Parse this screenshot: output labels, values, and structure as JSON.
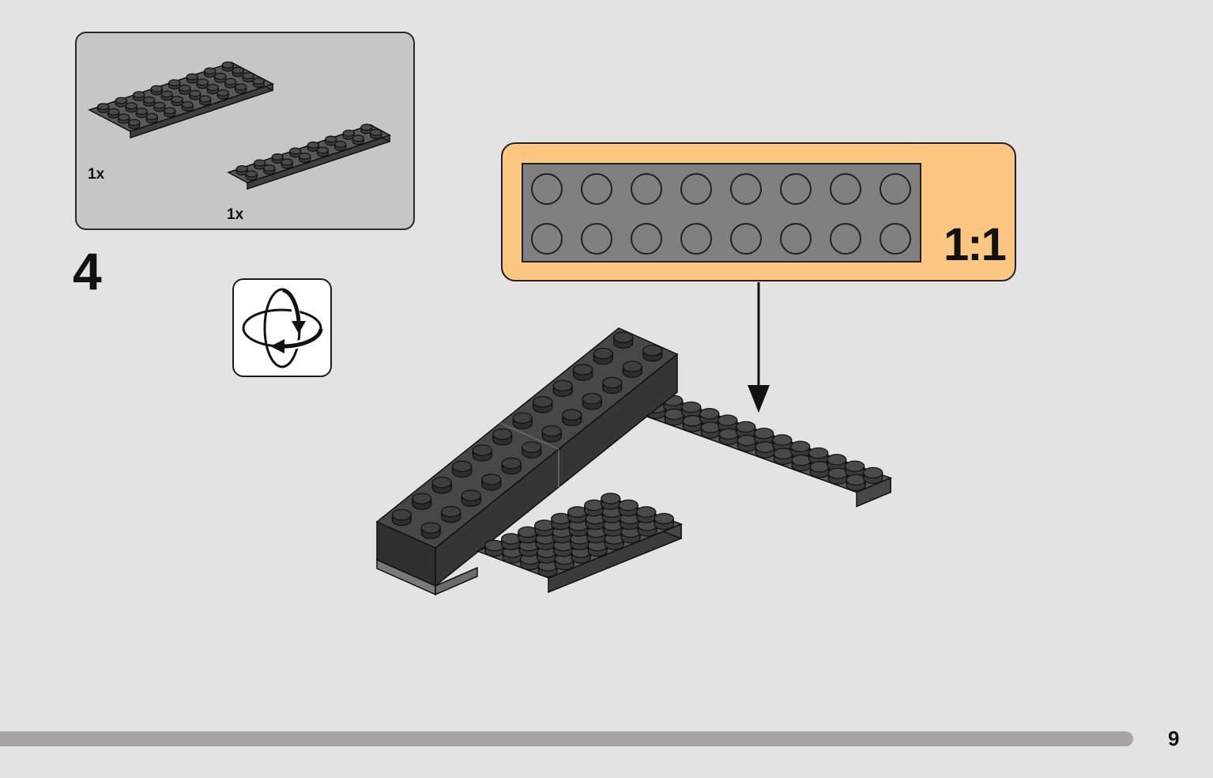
{
  "step": {
    "number": "4",
    "rotate_icon": "rotate-model-icon"
  },
  "parts_callout": {
    "parts": [
      {
        "name": "plate-4x8-dark-grey",
        "quantity": "1x"
      },
      {
        "name": "plate-2x8-dark-grey",
        "quantity": "1x"
      }
    ]
  },
  "scale_callout": {
    "label": "1:1",
    "part": "plate-2x8-dark-grey"
  },
  "footer": {
    "page_number": "9"
  },
  "colors": {
    "page_background": "#e3e3e3",
    "parts_box_background": "#c6c6c6",
    "scale_box_background": "#fdc681",
    "brick_dark_grey": "#555555",
    "footer_bar": "#a7a3a0"
  }
}
